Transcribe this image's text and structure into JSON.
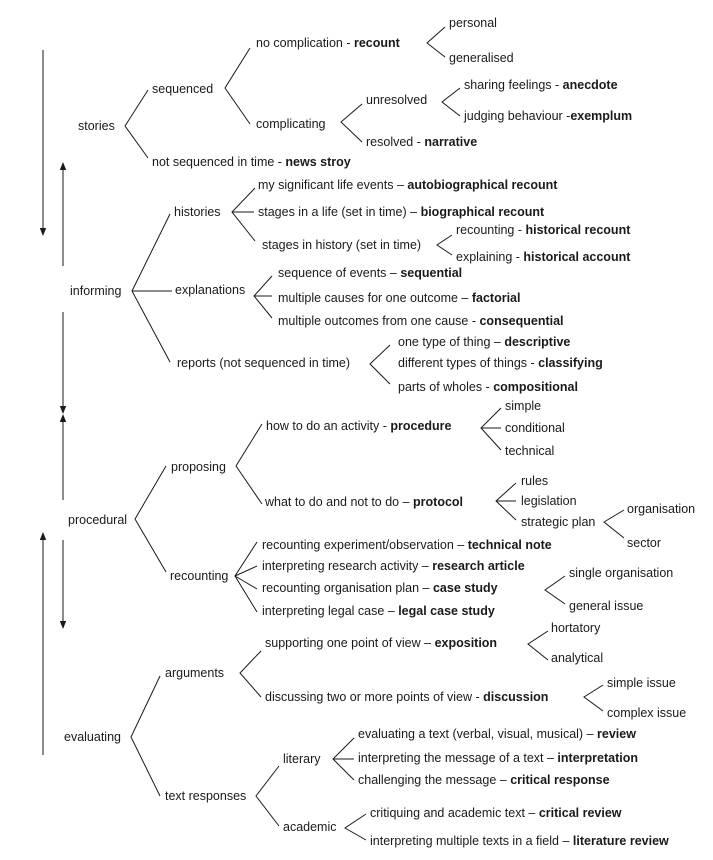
{
  "tree": {
    "stories": "stories",
    "sequenced": "sequenced",
    "no_complication": "no complication - ",
    "recount": "recount",
    "personal": "personal",
    "generalised": "generalised",
    "complicating": "complicating",
    "unresolved": "unresolved",
    "sharing_feelings": "sharing feelings - ",
    "anecdote": "anecdote",
    "judging_behaviour": "judging behaviour -",
    "exemplum": "exemplum",
    "resolved": "resolved - ",
    "narrative": "narrative",
    "not_sequenced": "not sequenced in time - ",
    "news_story": "news stroy",
    "informing": "informing",
    "histories": "histories",
    "life_events": "my significant life events – ",
    "autobiographical_recount": "autobiographical recount",
    "stages_life": "stages in a life (set in time) – ",
    "biographical_recount": "biographical recount",
    "stages_history": "stages in history (set in time)",
    "recounting_hist": "recounting - ",
    "historical_recount": "historical recount",
    "explaining_hist": "explaining - ",
    "historical_account": "historical account",
    "explanations": "explanations",
    "sequence_events": "sequence of events – ",
    "sequential": "sequential",
    "multiple_causes": "multiple causes for one outcome – ",
    "factorial": "factorial",
    "multiple_outcomes": "multiple outcomes from one cause - ",
    "consequential": "consequential",
    "reports": "reports (not sequenced in time)",
    "one_type": "one type of thing – ",
    "descriptive": "descriptive",
    "different_types": "different types of things - ",
    "classifying": "classifying",
    "parts_wholes": "parts of wholes - ",
    "compositional": "compositional",
    "procedural": "procedural",
    "proposing": "proposing",
    "how_to": "how to do an activity - ",
    "procedure": "procedure",
    "simple": "simple",
    "conditional": "conditional",
    "technical": "technical",
    "what_to_do": "what to do and not to do – ",
    "protocol": "protocol",
    "rules": "rules",
    "legislation": "legislation",
    "strategic_plan": "strategic plan",
    "organisation": "organisation",
    "sector": "sector",
    "recounting": "recounting",
    "recounting_experiment": "recounting experiment/observation – ",
    "technical_note": "technical note",
    "interpreting_research": "interpreting research activity – ",
    "research_article": "research article",
    "recounting_org_plan": "recounting organisation plan – ",
    "case_study": "case study",
    "interpreting_legal": "interpreting legal case – ",
    "legal_case_study": "legal case study",
    "single_organisation": "single organisation",
    "general_issue": "general issue",
    "evaluating": "evaluating",
    "arguments": "arguments",
    "supporting_one": "supporting one point of view – ",
    "exposition": "exposition",
    "hortatory": "hortatory",
    "analytical": "analytical",
    "discussing_two": "discussing two or more points of view - ",
    "discussion": "discussion",
    "simple_issue": "simple issue",
    "complex_issue": "complex issue",
    "text_responses": "text responses",
    "literary": "literary",
    "evaluating_text": "evaluating a text (verbal, visual, musical) – ",
    "review": "review",
    "interpreting_message": "interpreting the message of a text – ",
    "interpretation": "interpretation",
    "challenging_message": "challenging the message – ",
    "critical_response": "critical response",
    "academic": "academic",
    "critiquing": "critiquing and academic text – ",
    "critical_review": "critical review",
    "interpreting_multiple": "interpreting multiple texts in a field – ",
    "literature_review": "literature review"
  }
}
